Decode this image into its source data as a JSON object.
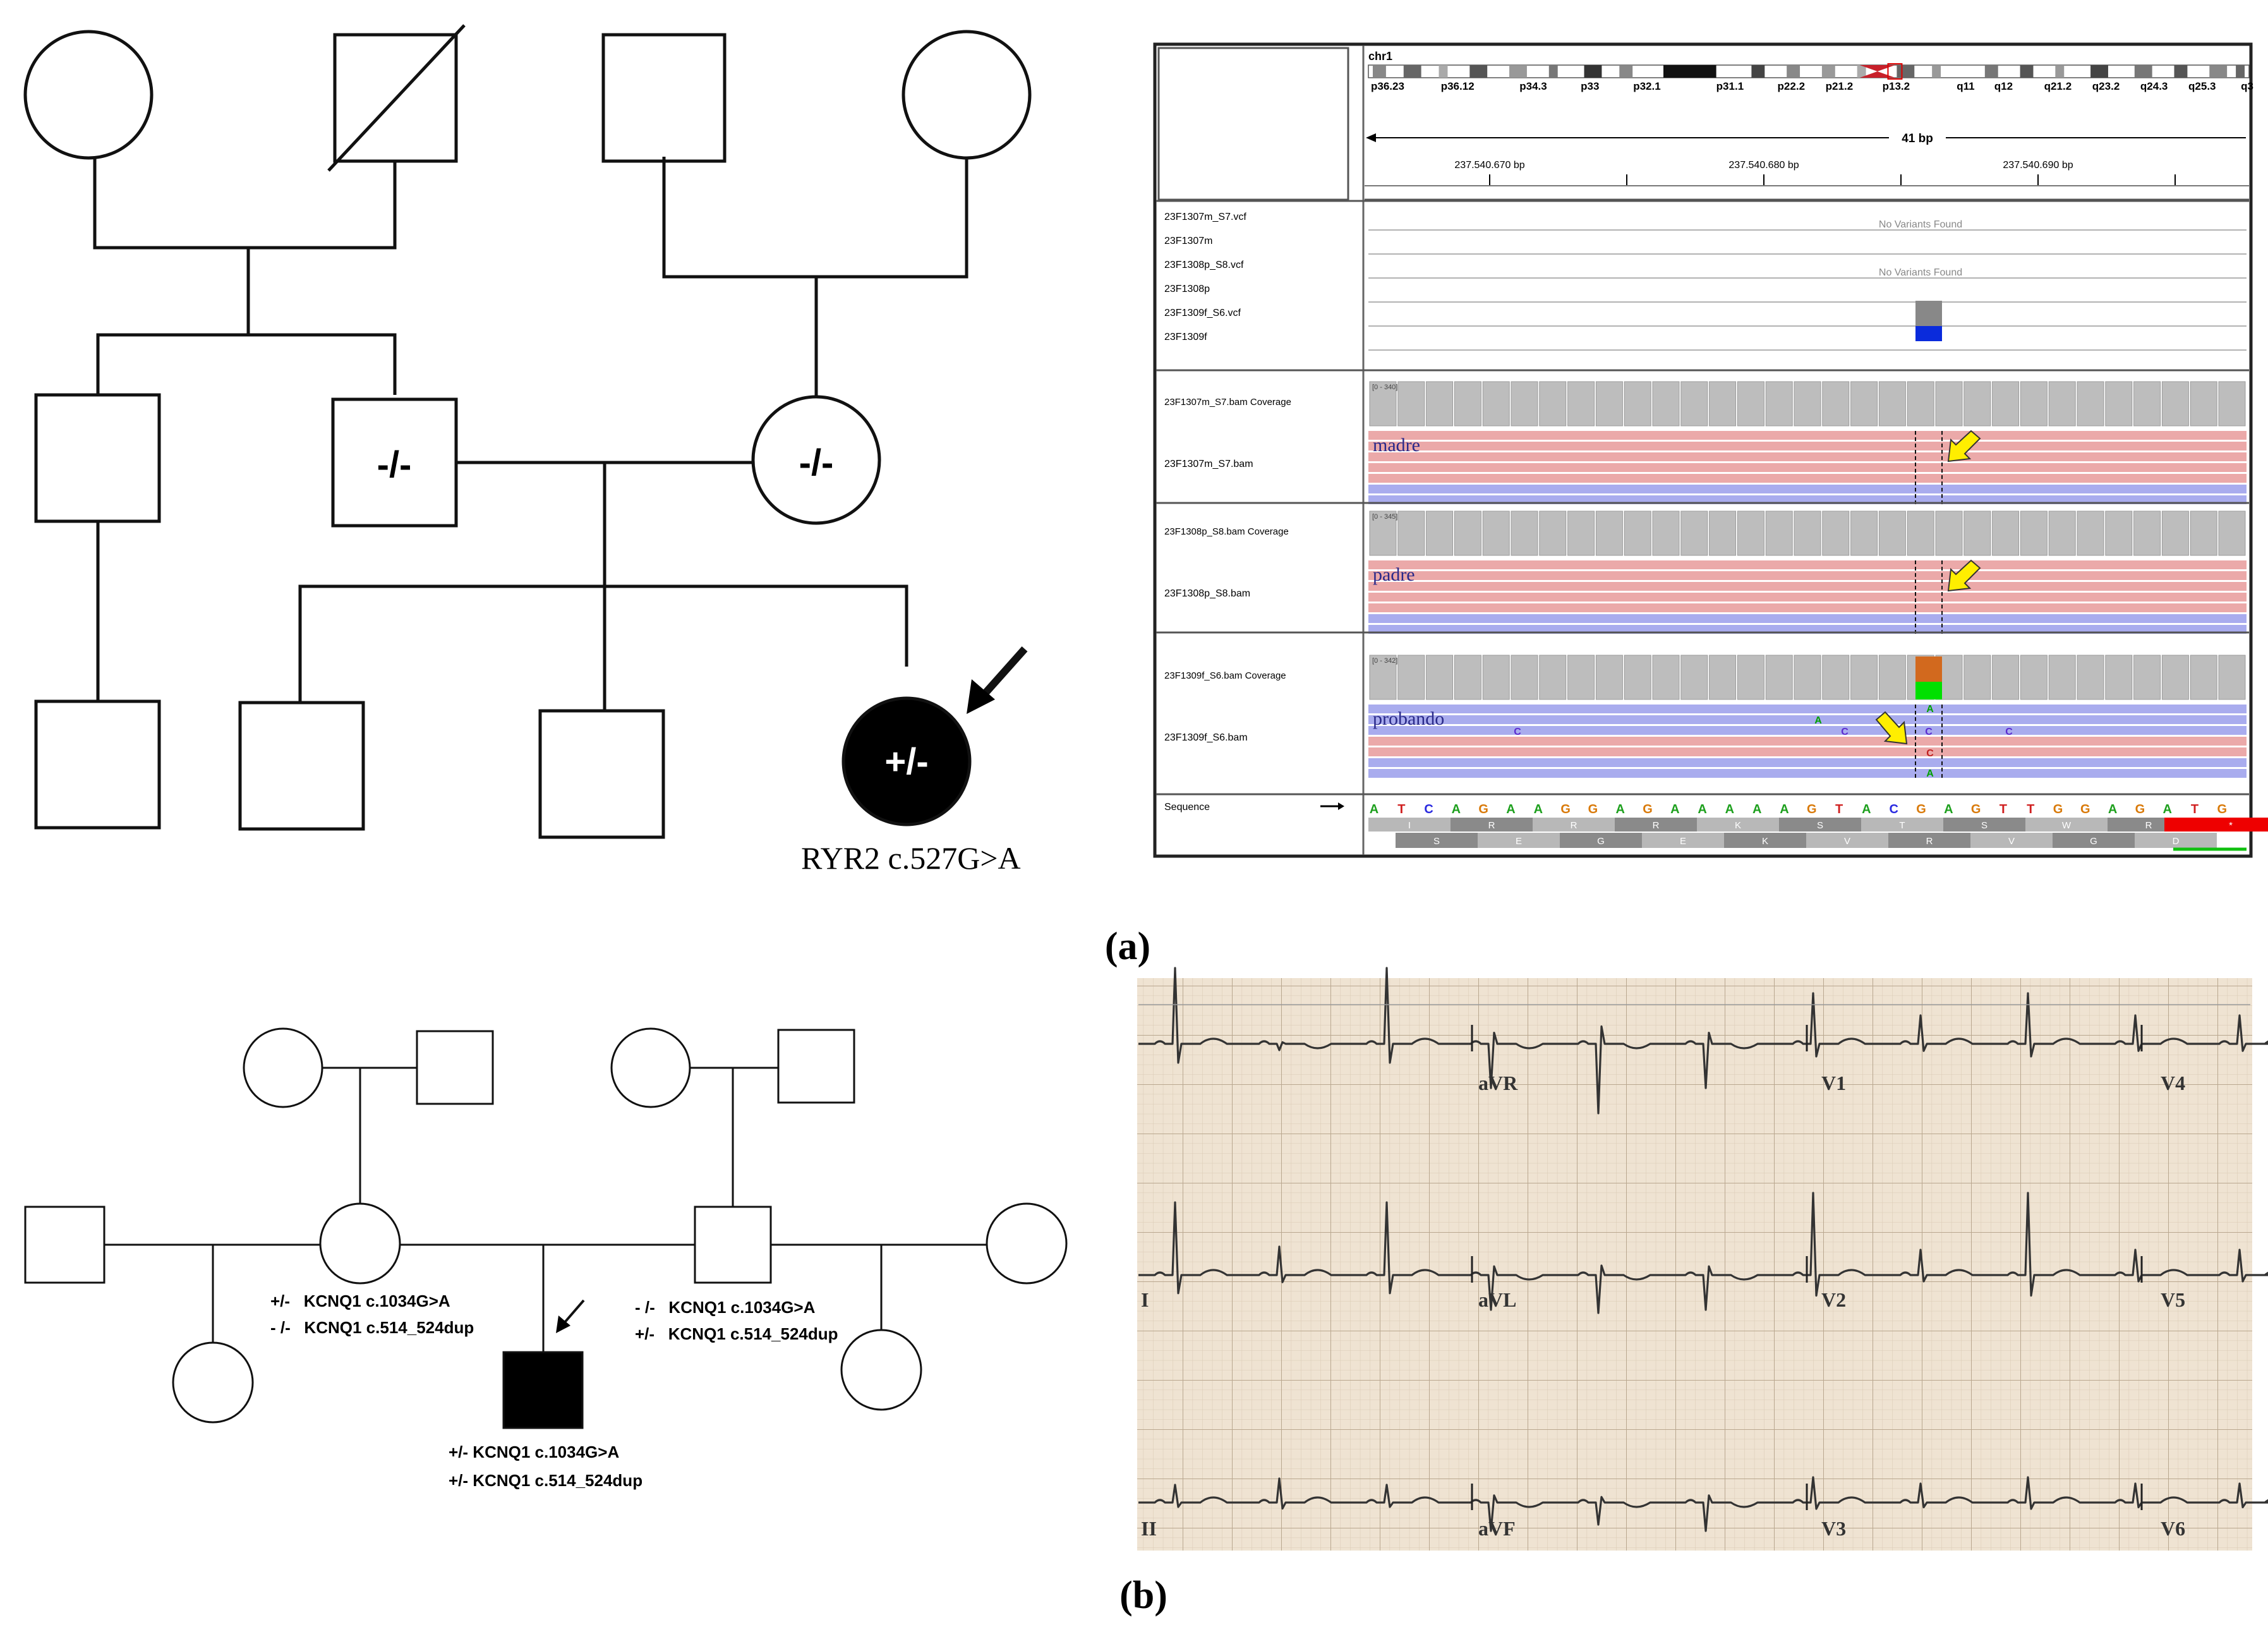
{
  "figure": {
    "label_a": "(a)",
    "label_b": "(b)"
  },
  "pedigree_a": {
    "genotype_father": "-/-",
    "genotype_mother": "-/-",
    "genotype_proband": "+/-",
    "variant": "RYR2 c.527G>A"
  },
  "igv": {
    "chromosome": "chr1",
    "bands": [
      "p36.23",
      "p36.12",
      "p34.3",
      "p33",
      "p32.1",
      "p31.1",
      "p22.2",
      "p21.2",
      "p13.2",
      "q11",
      "q12",
      "q21.2",
      "q23.2",
      "q24.3",
      "q25.3",
      "q3"
    ],
    "span_label": "41 bp",
    "ruler_ticks": [
      "237.540.670 bp",
      "237.540.680 bp",
      "237.540.690 bp"
    ],
    "vcf_tracks": [
      {
        "name": "23F1307m_S7.vcf",
        "status": "No Variants Found"
      },
      {
        "name": "23F1307m",
        "status": ""
      },
      {
        "name": "23F1308p_S8.vcf",
        "status": "No Variants Found"
      },
      {
        "name": "23F1308p",
        "status": ""
      },
      {
        "name": "23F1309f_S6.vcf",
        "status": ""
      },
      {
        "name": "23F1309f",
        "status": ""
      }
    ],
    "samples": [
      {
        "coverage_name": "23F1307m_S7.bam Coverage",
        "range": "[0 - 340]",
        "bam_name": "23F1307m_S7.bam",
        "label": "madre"
      },
      {
        "coverage_name": "23F1308p_S8.bam Coverage",
        "range": "[0 - 345]",
        "bam_name": "23F1308p_S8.bam",
        "label": "padre"
      },
      {
        "coverage_name": "23F1309f_S6.bam Coverage",
        "range": "[0 - 342]",
        "bam_name": "23F1309f_S6.bam",
        "label": "probando"
      }
    ],
    "proband_read_bases": [
      "A",
      "A",
      "C",
      "C",
      "C",
      "C",
      "A"
    ],
    "sequence_label": "Sequence",
    "sequence": [
      "A",
      "T",
      "C",
      "A",
      "G",
      "A",
      "A",
      "G",
      "G",
      "A",
      "G",
      "A",
      "A",
      "A",
      "A",
      "A",
      "G",
      "T",
      "A",
      "C",
      "G",
      "A",
      "G",
      "T",
      "T",
      "G",
      "G",
      "A",
      "G",
      "A",
      "T",
      "G"
    ],
    "aa_row1": [
      "I",
      "R",
      "R",
      "R",
      "K",
      "S",
      "T",
      "S",
      "W",
      "R",
      "*"
    ],
    "aa_row2": [
      "S",
      "E",
      "G",
      "E",
      "K",
      "V",
      "R",
      "V",
      "G",
      "D"
    ]
  },
  "pedigree_b": {
    "mother_lines": [
      "+/-   KCNQ1 c.1034G>A",
      "- /-   KCNQ1 c.514_524dup"
    ],
    "father_lines": [
      "- /-   KCNQ1 c.1034G>A",
      "+/-   KCNQ1 c.514_524dup"
    ],
    "proband_lines": [
      "+/- KCNQ1 c.1034G>A",
      "+/- KCNQ1 c.514_524dup"
    ]
  },
  "ecg": {
    "leads": [
      "aVR",
      "V1",
      "V4",
      "I",
      "aVL",
      "V2",
      "V5",
      "II",
      "aVF",
      "V3",
      "V6"
    ]
  }
}
